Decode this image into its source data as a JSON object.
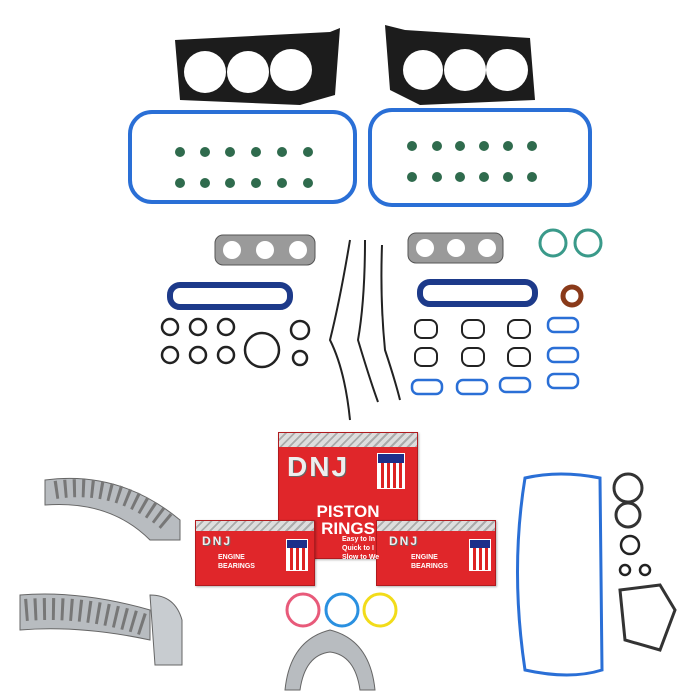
{
  "brand": "DNJ",
  "piston_box": {
    "title_line1": "PISTON",
    "title_line2": "RINGS",
    "tagline": [
      "Easy to In",
      "Quick to I",
      "Slow to We"
    ]
  },
  "bearing_box": {
    "title_line1": "ENGINE",
    "title_line2": "BEARINGS"
  },
  "colors": {
    "box_red": "#e0262a",
    "gasket_blue": "#2a6fd6",
    "head_gasket_black": "#1a1a1a",
    "seal_green": "#2f6b4d",
    "ring_pink": "#e85a7a",
    "ring_blue": "#2a90e0",
    "ring_yellow": "#f2dc1a"
  }
}
